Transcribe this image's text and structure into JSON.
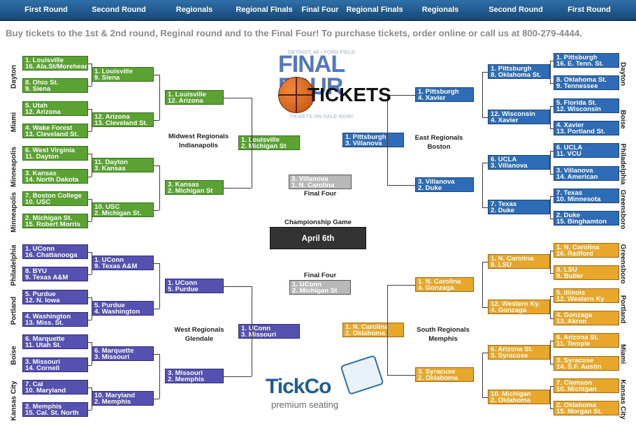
{
  "round_headers": [
    "First Round",
    "Second Round",
    "Regionals",
    "Regional FInals",
    "Final Four",
    "Regional Finals",
    "Regionals",
    "Second Round",
    "First Round"
  ],
  "promo": "Buy tickets to the 1st & 2nd round, Reginal round and to the Final Four! To purchase tickets, order online or call us at  800-279-4444.",
  "logo": {
    "top": "DETROIT, MI • FORD FIELD",
    "big": "FINAL FOUR",
    "tickets": "TICKETS",
    "bottom": "TICKETS ON SALE NOW!"
  },
  "midwest": {
    "title": "Midwest Regionals",
    "city": "Indianapolis",
    "r1": [
      [
        "1. Louisville",
        "16. Ala.St/Morehead"
      ],
      [
        "8. Ohio St.",
        "9. Siena"
      ],
      [
        "5. Utah",
        "12. Arizona"
      ],
      [
        "4. Wake Forest",
        "13. Cleveland St."
      ],
      [
        "6. West Virginia",
        "11. Dayton"
      ],
      [
        "3. Kansas",
        "14. North Dakota"
      ],
      [
        "7. Boston College",
        "10. USC"
      ],
      [
        "2. Michigan St.",
        "15. Robert Morris"
      ]
    ],
    "r2": [
      [
        "1. Louisville",
        "9. Siena"
      ],
      [
        "12. Arizona",
        "13. Cleveland St."
      ],
      [
        "11. Dayton",
        "3. Kansas"
      ],
      [
        "10. USC",
        "2. Michigan St."
      ]
    ],
    "r3": [
      [
        "1. Louisville",
        "12. Arizona"
      ],
      [
        "3. Kansas",
        "2. Michigan St"
      ]
    ],
    "r4": [
      [
        "1. Louisville",
        "2. Michigan St"
      ]
    ],
    "cities": [
      "Dayton",
      "Miami",
      "Minneapolis",
      "Minneapolis"
    ]
  },
  "west": {
    "title": "West Regionals",
    "city": "Glendale",
    "r1": [
      [
        "1. UConn",
        "16. Chattanooga"
      ],
      [
        "8. BYU",
        "9. Texas A&M"
      ],
      [
        "5. Purdue",
        "12. N. Iowa"
      ],
      [
        "4. Washington",
        "13. Miss. St."
      ],
      [
        "6. Marquette",
        "11. Utah St."
      ],
      [
        "3. Missouri",
        "14. Cornell"
      ],
      [
        "7. Cal",
        "10. Maryland"
      ],
      [
        "2. Memphis",
        "15. Cal. St. North"
      ]
    ],
    "r2": [
      [
        "1. UConn",
        "9. Texas A&M"
      ],
      [
        "5. Purdue",
        "4. Washington"
      ],
      [
        "6. Marquette",
        "3. Missouri"
      ],
      [
        "10. Maryland",
        "2. Memphis"
      ]
    ],
    "r3": [
      [
        "1. UConn",
        "5. Purdue"
      ],
      [
        "3. Missouri",
        "2. Memphis"
      ]
    ],
    "r4": [
      [
        "1. UConn",
        "3. Missouri"
      ]
    ],
    "cities": [
      "Philadelphia",
      "Portland",
      "Boise",
      "Kansas City"
    ]
  },
  "east": {
    "title": "East Regionals",
    "city": "Boston",
    "r1": [
      [
        "1. Pittsburgh",
        "16. E. Tenn. St."
      ],
      [
        "8. Oklahoma St.",
        "9. Tennessee"
      ],
      [
        "5. Florida St.",
        "12. Wisconsin"
      ],
      [
        "4. Xavier",
        "13. Portland St."
      ],
      [
        "6. UCLA",
        "11. VCU"
      ],
      [
        "3. Villanova",
        "14. American"
      ],
      [
        "7. Texas",
        "10. Minnesota"
      ],
      [
        "2. Duke",
        "15. Binghamton"
      ]
    ],
    "r2": [
      [
        "1. Pittsburgh",
        "8. Oklahoma St."
      ],
      [
        "12. Wisconsin",
        "4. Xavier"
      ],
      [
        "6. UCLA",
        "3. Villanova"
      ],
      [
        "7. Texas",
        "2. Duke"
      ]
    ],
    "r3": [
      [
        "1. Pittsburgh",
        "4. Xavier"
      ],
      [
        "3. Villanova",
        "2. Duke"
      ]
    ],
    "r4": [
      [
        "1. Pittsburgh",
        "3. Villanova"
      ]
    ],
    "cities": [
      "Dayton",
      "Boise",
      "Philadelphia",
      "Greensboro"
    ]
  },
  "south": {
    "title": "South Regionals",
    "city": "Memphis",
    "r1": [
      [
        "1. N. Carolina",
        "16. Radford"
      ],
      [
        "8. LSU",
        "9. Butler"
      ],
      [
        "5. Illinois",
        "12. Western Ky"
      ],
      [
        "4. Gonzaga",
        "13. Akron"
      ],
      [
        "6. Arizona St.",
        "11. Temple"
      ],
      [
        "3. Syracuse",
        "14. S.F. Austin"
      ],
      [
        "7. Clemson",
        "10. Michigan"
      ],
      [
        "2. Oklahoma",
        "15. Morgan St."
      ]
    ],
    "r2": [
      [
        "1. N. Carolina",
        "8. LSU"
      ],
      [
        "12. Western Ky.",
        "4. Gonzaga"
      ],
      [
        "6. Arizona St.",
        "3. Syracuse"
      ],
      [
        "10. Michigan",
        "2. Oklahoma"
      ]
    ],
    "r3": [
      [
        "1. N. Carolina",
        "4. Gonzaga"
      ],
      [
        "3. Syracuse",
        "2. Oklahoma"
      ]
    ],
    "r4": [
      [
        "1. N. Carolina",
        "2. Oklahoma"
      ]
    ],
    "cities": [
      "Greensboro",
      "Portland",
      "Miami",
      "Kansas City"
    ]
  },
  "final_four": {
    "label": "Final Four",
    "top": [
      "3. Villanova",
      "1. N. Carolina"
    ],
    "bottom": [
      "1. UConn",
      "2. Michigan St"
    ]
  },
  "championship": {
    "label": "Championship Game",
    "date": "April 6th"
  },
  "tickco": {
    "name": "TickCo",
    "tagline": "premium seating"
  },
  "colors": {
    "midwest": "#5aa333",
    "east": "#2f6cb8",
    "west": "#5551b0",
    "south": "#e8a72a",
    "header": "#1f5a92"
  }
}
